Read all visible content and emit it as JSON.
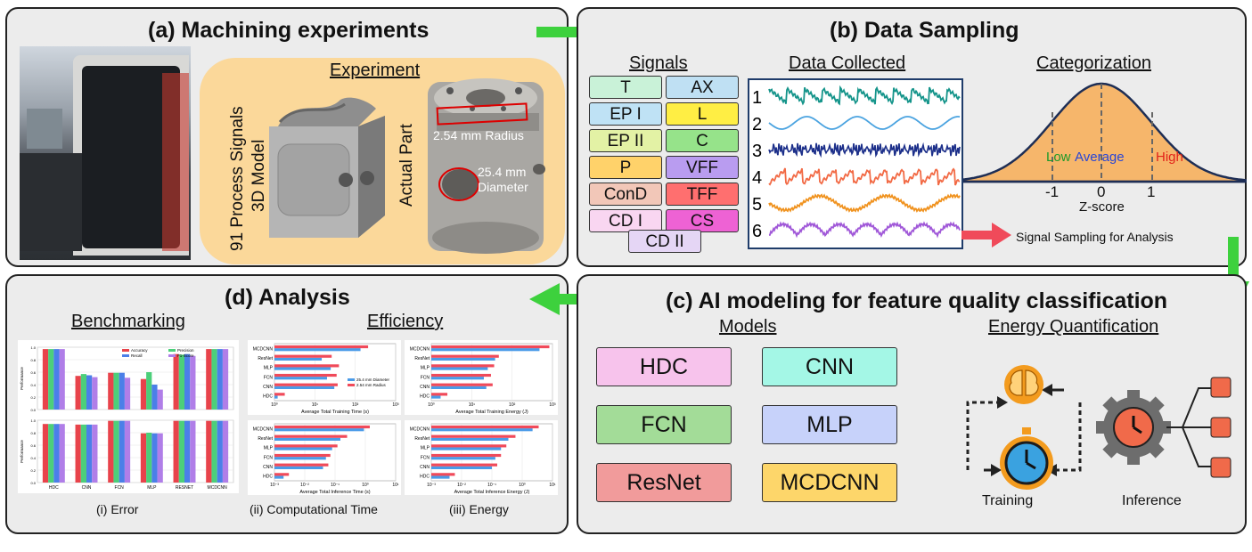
{
  "panels": {
    "a": {
      "title": "(a) Machining experiments",
      "experiment_heading": "Experiment",
      "process_signals": "91 Process Signals",
      "model_label": "3D Model",
      "part_label": "Actual Part",
      "radius_label": "2.54 mm Radius",
      "diameter_label": "25.4 mm Diameter"
    },
    "b": {
      "title": "(b) Data Sampling",
      "signals_heading": "Signals",
      "data_heading": "Data Collected",
      "cat_heading": "Categorization",
      "signals": [
        {
          "label": "T",
          "color": "#c9f2d8"
        },
        {
          "label": "AX",
          "color": "#bfe0f3"
        },
        {
          "label": "EP I",
          "color": "#bfe2f5"
        },
        {
          "label": "L",
          "color": "#ffee44"
        },
        {
          "label": "EP II",
          "color": "#e3f2a5"
        },
        {
          "label": "C",
          "color": "#96e38a"
        },
        {
          "label": "P",
          "color": "#ffd26a"
        },
        {
          "label": "VFF",
          "color": "#b99cf0"
        },
        {
          "label": "ConD",
          "color": "#f2c7b8"
        },
        {
          "label": "TFF",
          "color": "#ff6f6f"
        },
        {
          "label": "CD I",
          "color": "#f9d6f1"
        },
        {
          "label": "CS",
          "color": "#ee62d4"
        },
        {
          "label": "CD II",
          "color": "#e5d6f5"
        }
      ],
      "trace_numbers": [
        "1",
        "2",
        "3",
        "4",
        "5",
        "6"
      ],
      "trace_colors": [
        "#14948a",
        "#4aa3e0",
        "#1c2f8a",
        "#f26a45",
        "#f0921e",
        "#a058d8"
      ],
      "low": "Low",
      "average": "Average",
      "high": "High",
      "ticks": [
        "-1",
        "0",
        "1"
      ],
      "zlabel": "Z-score",
      "sampling_label": "Signal Sampling for Analysis"
    },
    "c": {
      "title": "(c) AI modeling for feature quality classification",
      "models_heading": "Models",
      "energy_heading": "Energy Quantification",
      "models": [
        {
          "label": "HDC",
          "color": "#f7c3ec"
        },
        {
          "label": "CNN",
          "color": "#a4f7e6"
        },
        {
          "label": "FCN",
          "color": "#a3dc98"
        },
        {
          "label": "MLP",
          "color": "#c7d2fa"
        },
        {
          "label": "ResNet",
          "color": "#f19b9b"
        },
        {
          "label": "MCDCNN",
          "color": "#fdd66a"
        }
      ],
      "training_label": "Training",
      "inference_label": "Inference"
    },
    "d": {
      "title": "(d) Analysis",
      "bench_heading": "Benchmarking",
      "eff_heading": "Efficiency",
      "caption_i": "(i) Error",
      "caption_ii": "(ii) Computational Time",
      "caption_iii": "(iii) Energy",
      "bench_ylabel": "Performance",
      "bench_legend": [
        "Accuracy",
        "Precision",
        "Recall",
        "F1-Score"
      ],
      "eff_legend": [
        "25.4 mm Diameter",
        "2.54 mm Radius"
      ],
      "eff_xlabels": [
        "Average Total Training Time (s)",
        "Average Total Training Energy (J)",
        "Average Total Inference Time (s)",
        "Average Total Inference Energy (J)"
      ]
    }
  },
  "chart_data": [
    {
      "type": "bar",
      "title": "",
      "categories": [
        "HDC",
        "CNN",
        "FCN",
        "MLP",
        "RESNET",
        "MCDCNN"
      ],
      "series": [
        {
          "name": "Accuracy",
          "values": [
            0.97,
            0.54,
            0.59,
            0.49,
            0.89,
            0.97
          ]
        },
        {
          "name": "Precision",
          "values": [
            0.97,
            0.57,
            0.59,
            0.6,
            0.88,
            0.97
          ]
        },
        {
          "name": "Recall",
          "values": [
            0.97,
            0.55,
            0.59,
            0.4,
            0.89,
            0.97
          ]
        },
        {
          "name": "F1-Score",
          "values": [
            0.97,
            0.52,
            0.51,
            0.32,
            0.86,
            0.97
          ]
        }
      ],
      "ylabel": "Performance",
      "ylim": [
        0,
        1.0
      ],
      "colors": [
        "#e8434b",
        "#4ccf7a",
        "#4b7fe8",
        "#b07ee8"
      ]
    },
    {
      "type": "bar",
      "title": "",
      "categories": [
        "HDC",
        "CNN",
        "FCN",
        "MLP",
        "RESNET",
        "MCDCNN"
      ],
      "series": [
        {
          "name": "Accuracy",
          "values": [
            0.94,
            0.93,
            0.99,
            0.79,
            0.99,
            0.99
          ]
        },
        {
          "name": "Precision",
          "values": [
            0.94,
            0.93,
            0.99,
            0.8,
            0.99,
            0.99
          ]
        },
        {
          "name": "Recall",
          "values": [
            0.94,
            0.93,
            0.99,
            0.79,
            0.99,
            0.99
          ]
        },
        {
          "name": "F1-Score",
          "values": [
            0.94,
            0.93,
            0.99,
            0.79,
            0.99,
            0.99
          ]
        }
      ],
      "ylabel": "Performance",
      "ylim": [
        0,
        1.0
      ],
      "colors": [
        "#e8434b",
        "#4ccf7a",
        "#4b7fe8",
        "#b07ee8"
      ]
    },
    {
      "type": "bar",
      "orientation": "horizontal",
      "xscale": "log",
      "xlabel": "Average Total Training Time (s)",
      "categories": [
        "MCDCNN",
        "ResNet",
        "MLP",
        "FCN",
        "CNN",
        "HDC"
      ],
      "series": [
        {
          "name": "25.4 mm Diameter",
          "values": [
            135,
            14.8,
            24.7,
            20,
            30.3,
            1.2
          ]
        },
        {
          "name": "2.54 mm Radius",
          "values": [
            208,
            26.1,
            39.5,
            34.6,
            36.7,
            1.8
          ]
        }
      ],
      "xlim": [
        1,
        1000
      ]
    },
    {
      "type": "bar",
      "orientation": "horizontal",
      "xscale": "log",
      "xlabel": "Average Total Training Energy (J)",
      "categories": [
        "MCDCNN",
        "ResNet",
        "MLP",
        "FCN",
        "CNN",
        "HDC"
      ],
      "series": [
        {
          "name": "25.4 mm Diameter",
          "values": [
            477,
            38,
            25,
            20,
            23,
            1.7
          ]
        },
        {
          "name": "2.54 mm Radius",
          "values": [
            836,
            47,
            36,
            30,
            33,
            2.5
          ]
        }
      ],
      "xlim": [
        1,
        1000
      ]
    },
    {
      "type": "bar",
      "orientation": "horizontal",
      "xscale": "log",
      "xlabel": "Average Total Inference Time (s)",
      "categories": [
        "MCDCNN",
        "ResNet",
        "MLP",
        "FCN",
        "CNN",
        "HDC"
      ],
      "series": [
        {
          "name": "25.4 mm Diameter",
          "values": [
            0.9,
            0.15,
            0.08,
            0.05,
            0.04,
            0.002
          ]
        },
        {
          "name": "2.54 mm Radius",
          "values": [
            1.4,
            0.25,
            0.12,
            0.07,
            0.06,
            0.003
          ]
        }
      ],
      "xlim": [
        0.001,
        10
      ]
    },
    {
      "type": "bar",
      "orientation": "horizontal",
      "xscale": "log",
      "xlabel": "Average Total Inference Energy (J)",
      "categories": [
        "MCDCNN",
        "ResNet",
        "MLP",
        "FCN",
        "CNN",
        "HDC"
      ],
      "series": [
        {
          "name": "25.4 mm Diameter",
          "values": [
            2.2,
            0.35,
            0.2,
            0.13,
            0.1,
            0.004
          ]
        },
        {
          "name": "2.54 mm Radius",
          "values": [
            3.5,
            0.6,
            0.3,
            0.2,
            0.15,
            0.006
          ]
        }
      ],
      "xlim": [
        0.001,
        10
      ]
    }
  ]
}
